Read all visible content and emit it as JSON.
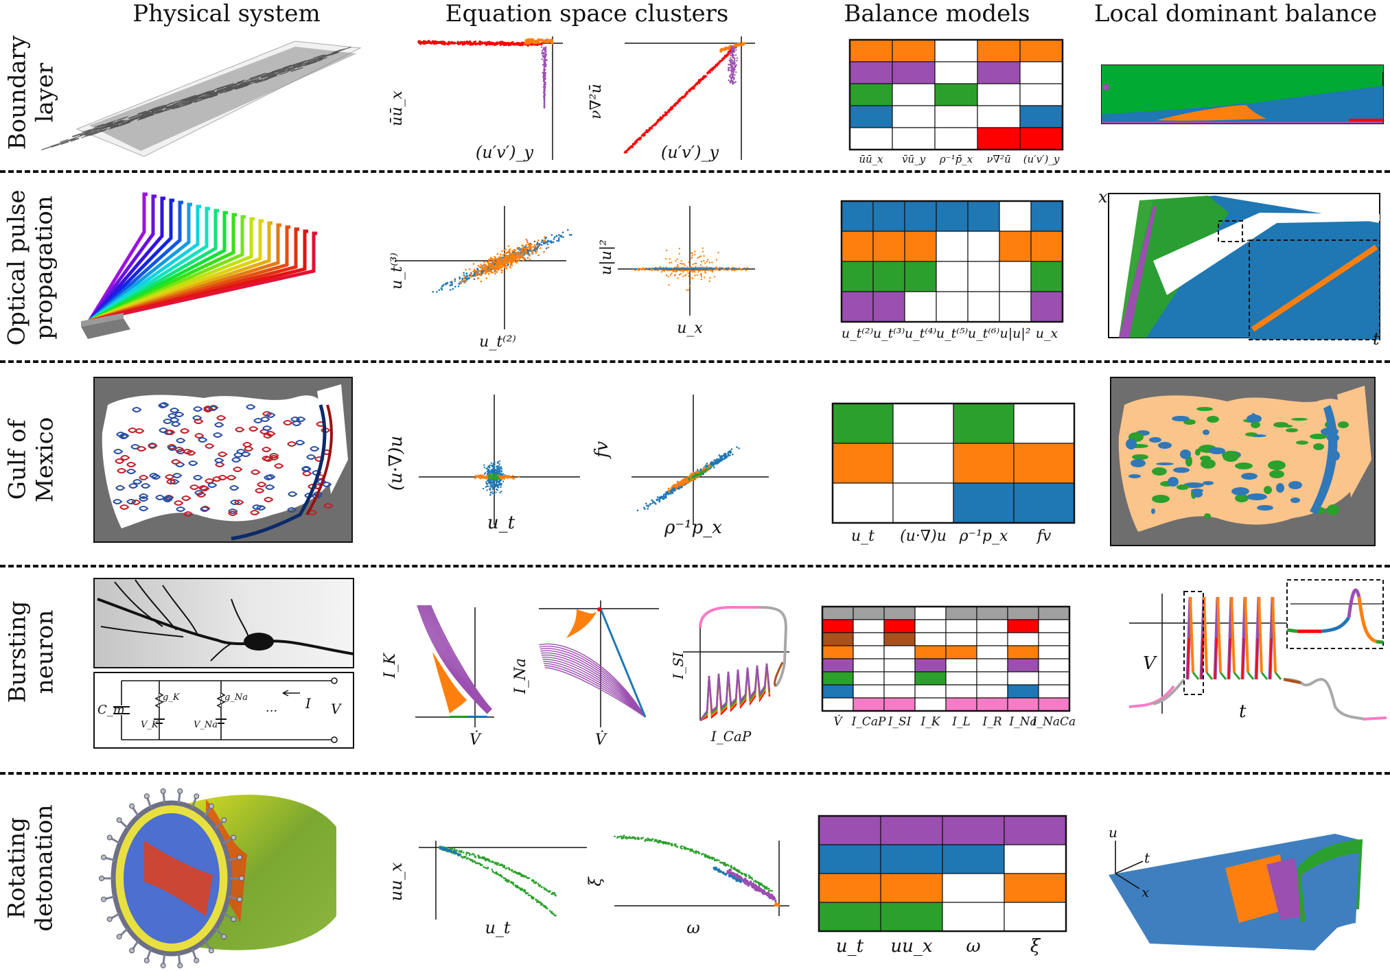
{
  "columns": {
    "physical": "Physical system",
    "clusters": "Equation space clusters",
    "balance": "Balance models",
    "local": "Local dominant balance"
  },
  "rows": {
    "boundary": {
      "line1": "Boundary",
      "line2": "layer"
    },
    "optical": {
      "line1": "Optical pulse",
      "line2": "propagation"
    },
    "gulf": {
      "line1": "Gulf of",
      "line2": "Mexico"
    },
    "neuron": {
      "line1": "Bursting",
      "line2": "neuron"
    },
    "detonation": {
      "line1": "Rotating",
      "line2": "detonation"
    }
  },
  "colors": {
    "orange": "#ff7f0e",
    "purple": "#9b4fb0",
    "green": "#2ca02c",
    "blue": "#1f77b4",
    "red": "#ff0000",
    "brown": "#a9511c",
    "pink": "#f57dc5",
    "gray": "#a0a0a0",
    "tan": "#fbc48b",
    "land": "#6e6e6e"
  },
  "balance_models": {
    "boundary": {
      "terms": [
        "ūū_x",
        "v̄ū_y",
        "ρ⁻¹p̄_x",
        "ν∇²ū",
        "(u′v′)_y"
      ],
      "rows": [
        [
          "orange",
          "orange",
          "",
          "orange",
          "orange"
        ],
        [
          "purple",
          "purple",
          "",
          "purple",
          ""
        ],
        [
          "green",
          "",
          "green",
          "",
          ""
        ],
        [
          "blue",
          "",
          "",
          "",
          "blue"
        ],
        [
          "",
          "",
          "",
          "red",
          "red"
        ]
      ]
    },
    "optical": {
      "terms": [
        "u_t⁽²⁾",
        "u_t⁽³⁾",
        "u_t⁽⁴⁾",
        "u_t⁽⁵⁾",
        "u_t⁽⁶⁾",
        "u|u|²",
        "u_x"
      ],
      "rows": [
        [
          "blue",
          "blue",
          "blue",
          "blue",
          "blue",
          "",
          "blue"
        ],
        [
          "orange",
          "orange",
          "orange",
          "",
          "",
          "orange",
          "orange"
        ],
        [
          "green",
          "green",
          "green",
          "",
          "",
          "",
          "green"
        ],
        [
          "purple",
          "purple",
          "",
          "",
          "",
          "",
          "purple"
        ]
      ]
    },
    "gulf": {
      "terms": [
        "u_t",
        "(u·∇)u",
        "ρ⁻¹p_x",
        "fv"
      ],
      "rows": [
        [
          "green",
          "",
          "green",
          ""
        ],
        [
          "orange",
          "",
          "orange",
          "orange"
        ],
        [
          "",
          "",
          "blue",
          "blue"
        ]
      ]
    },
    "neuron": {
      "terms": [
        "V̇",
        "I_CaP",
        "I_SI",
        "I_K",
        "I_L",
        "I_R",
        "I_Na",
        "I_NaCa"
      ],
      "rows": [
        [
          "gray",
          "gray",
          "gray",
          "",
          "gray",
          "gray",
          "gray",
          "gray"
        ],
        [
          "red",
          "",
          "red",
          "",
          "",
          "",
          "red",
          ""
        ],
        [
          "brown",
          "",
          "brown",
          "",
          "",
          "",
          "",
          ""
        ],
        [
          "orange",
          "",
          "",
          "orange",
          "orange",
          "",
          "orange",
          ""
        ],
        [
          "purple",
          "",
          "",
          "purple",
          "",
          "",
          "purple",
          ""
        ],
        [
          "green",
          "",
          "",
          "green",
          "",
          "",
          "",
          ""
        ],
        [
          "blue",
          "",
          "",
          "",
          "",
          "",
          "blue",
          ""
        ],
        [
          "",
          "pink",
          "pink",
          "",
          "pink",
          "pink",
          "pink",
          "pink"
        ]
      ]
    },
    "detonation": {
      "terms": [
        "u_t",
        "uu_x",
        "ω",
        "ξ"
      ],
      "rows": [
        [
          "purple",
          "purple",
          "purple",
          "purple"
        ],
        [
          "blue",
          "blue",
          "blue",
          ""
        ],
        [
          "orange",
          "orange",
          "",
          "orange"
        ],
        [
          "green",
          "green",
          "",
          ""
        ]
      ]
    }
  },
  "axis_labels": {
    "boundary": {
      "a_y": "ūū_x",
      "a_x": "(u′v′)_y",
      "b_y": "ν∇²ū",
      "b_x": "(u′v′)_y"
    },
    "optical": {
      "a_y": "u_t⁽³⁾",
      "a_x": "u_t⁽²⁾",
      "b_y": "u|u|²",
      "b_x": "u_x",
      "local_x": "x",
      "local_t": "t"
    },
    "gulf": {
      "a_y": "(u·∇)u",
      "a_x": "u_t",
      "b_y": "fv",
      "b_x": "ρ⁻¹p_x"
    },
    "neuron": {
      "a_y": "I_K",
      "a_x": "V̇",
      "b_y": "I_Na",
      "b_x": "V̇",
      "c_y": "I_SI",
      "c_x": "I_CaP",
      "local_y": "V",
      "local_t": "t"
    },
    "detonation": {
      "a_y": "uu_x",
      "a_x": "u_t",
      "b_y": "ξ",
      "b_x": "ω",
      "local_u": "u",
      "local_t": "t",
      "local_x": "x"
    }
  },
  "circuit": {
    "cm": "C_m",
    "gk": "g_K",
    "vk": "V_K",
    "gna": "g_Na",
    "vna": "V_Na",
    "dots": "···",
    "i": "I",
    "v": "V"
  }
}
